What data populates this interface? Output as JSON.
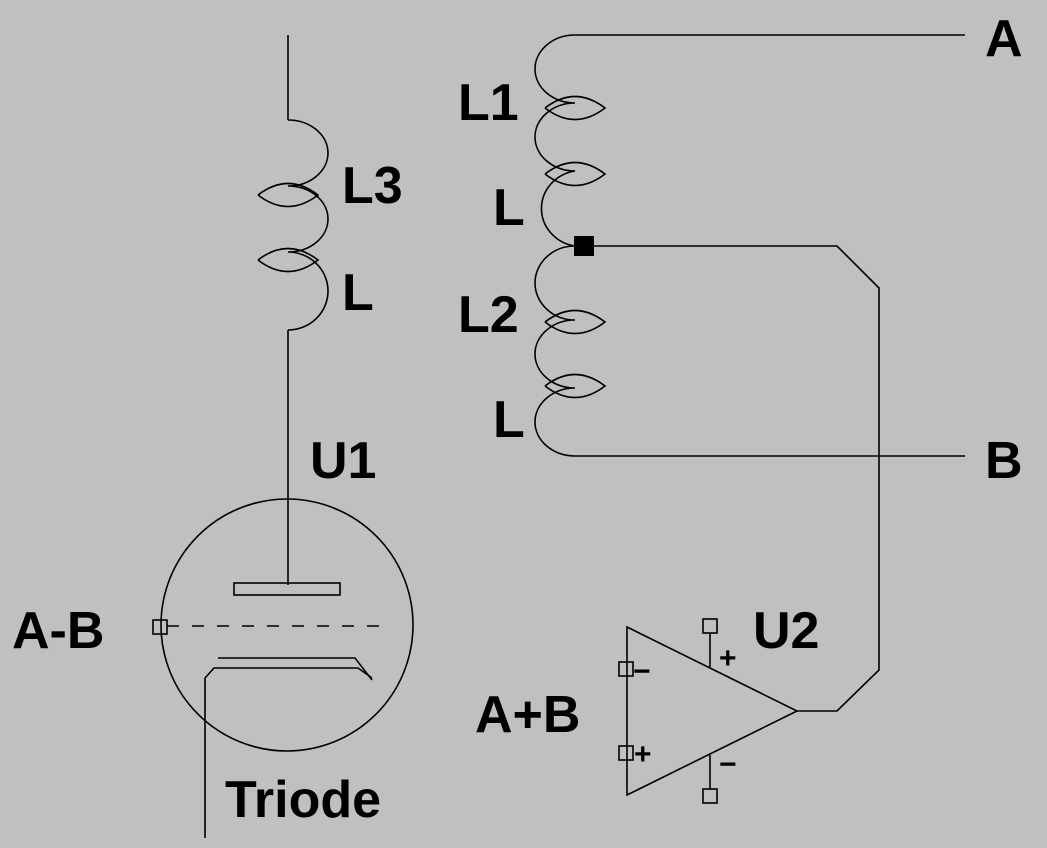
{
  "schematic": {
    "background": "#c0c0c0",
    "line_color": "#000000",
    "components": {
      "L3": {
        "ref": "L3",
        "value": "L"
      },
      "L1": {
        "ref": "L1",
        "value": "L"
      },
      "L2": {
        "ref": "L2",
        "value": "L"
      },
      "U1": {
        "ref": "U1",
        "value": "Triode"
      },
      "U2": {
        "ref": "U2",
        "value": "A+B"
      }
    },
    "net_labels": {
      "A": "A",
      "B": "B",
      "grid": "A-B"
    },
    "opamp_signs": {
      "inv_input": "−",
      "noninv_input": "+",
      "supply_pos": "+",
      "supply_neg": "−"
    }
  }
}
